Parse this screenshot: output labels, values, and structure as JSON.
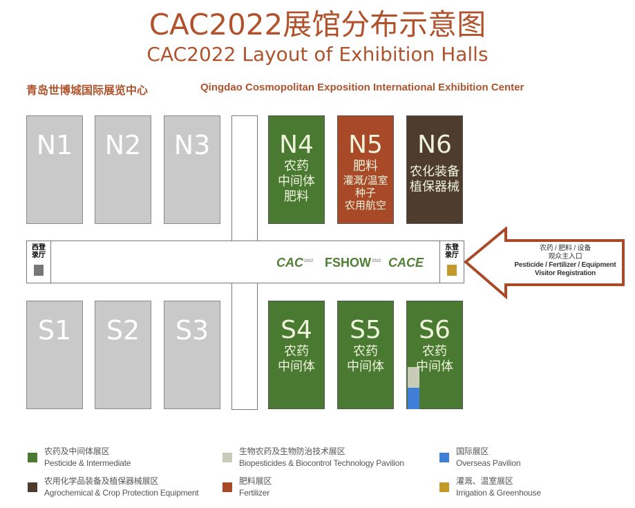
{
  "header": {
    "title": "CAC2022展馆分布示意图",
    "subtitle": "CAC2022 Layout of Exhibition Halls",
    "venue_cn": "青岛世博城国际展览中心",
    "venue_en": "Qingdao Cosmopolitan Exposition International Exhibition Center"
  },
  "colors": {
    "pesticide": "#4a7a32",
    "fertilizer": "#a84a28",
    "equipment": "#4e3c2e",
    "bio": "#c8cbb6",
    "overseas": "#3f7fd8",
    "irrigation": "#c39a2a",
    "empty": "#c9c9c9",
    "title": "#b0532c"
  },
  "halls": {
    "N1": {
      "code": "N1"
    },
    "N2": {
      "code": "N2"
    },
    "N3": {
      "code": "N3"
    },
    "N4": {
      "code": "N4",
      "lines": [
        "农药",
        "中间体",
        "肥料"
      ]
    },
    "N5": {
      "code": "N5",
      "lines": [
        "肥料",
        "灌溉/温室",
        "种子",
        "农用航空"
      ]
    },
    "N6": {
      "code": "N6",
      "lines": [
        "农化装备",
        "植保器械"
      ]
    },
    "S1": {
      "code": "S1"
    },
    "S2": {
      "code": "S2"
    },
    "S3": {
      "code": "S3"
    },
    "S4": {
      "code": "S4",
      "lines": [
        "农药",
        "中间体"
      ]
    },
    "S5": {
      "code": "S5",
      "lines": [
        "农药",
        "中间体"
      ]
    },
    "S6": {
      "code": "S6",
      "lines": [
        "农药",
        "中间体"
      ]
    }
  },
  "registration": {
    "west": [
      "西登",
      "录厅"
    ],
    "east": [
      "东登",
      "录厅"
    ]
  },
  "logos": {
    "cac": "CAC",
    "fshow": "FSHOW",
    "cace": "CACE",
    "year": "2022"
  },
  "entrance": {
    "line1": "农药 / 肥料 / 设备",
    "line2": "观众主入口",
    "line3": "Pesticide / Fertilizer / Equipment",
    "line4": "Visitor Registration"
  },
  "legend": [
    {
      "cn": "农药及中间体展区",
      "en": "Pesticide & Intermediate",
      "color": "#4a7a32"
    },
    {
      "cn": "生物农药及生物防治技术展区",
      "en": "Biopesticides & Biocontrol Technology Pavilion",
      "color": "#c8cbb6"
    },
    {
      "cn": "国际展区",
      "en": "Overseas Pavilion",
      "color": "#3f7fd8"
    },
    {
      "cn": "农用化学品装备及植保器械展区",
      "en": "Agrochemical & Crop Protection Equipment",
      "color": "#4e3c2e"
    },
    {
      "cn": "肥料展区",
      "en": "Fertilizer",
      "color": "#a84a28"
    },
    {
      "cn": "灌溉、温室展区",
      "en": "Irrigation & Greenhouse",
      "color": "#c39a2a"
    }
  ]
}
